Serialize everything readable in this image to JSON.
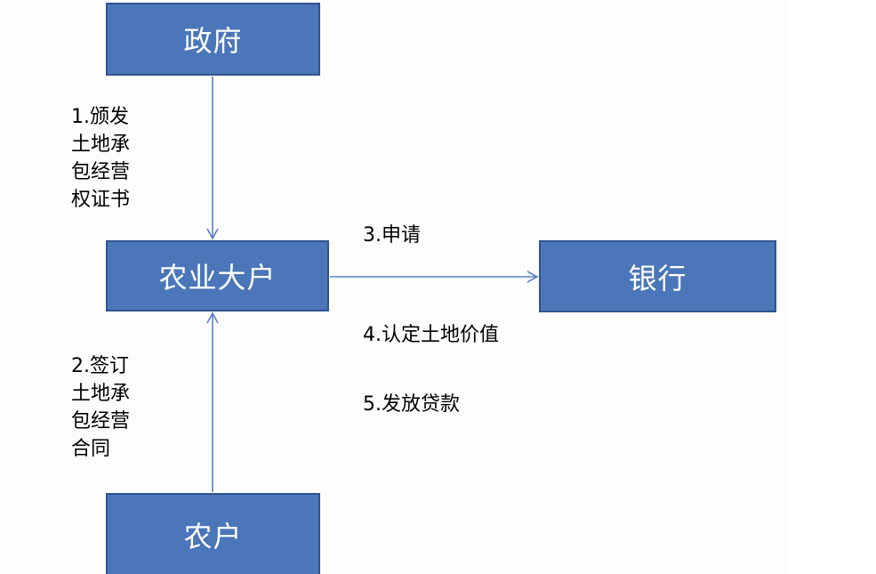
{
  "nodes": {
    "government": "政府",
    "big_farmer": "农业大户",
    "bank": "银行",
    "household": "农户"
  },
  "labels": {
    "step1": [
      "1.颁发",
      "土地承",
      "包经营",
      "权证书"
    ],
    "step2": [
      "2.签订",
      "土地承",
      "包经营",
      "合同"
    ],
    "step3": "3.申请",
    "step4": "4.认定土地价值",
    "step5": "5.发放贷款"
  },
  "colors": {
    "node_fill": "#4b76b9",
    "node_border": "#2f5590",
    "arrow": "#5a80c0"
  }
}
